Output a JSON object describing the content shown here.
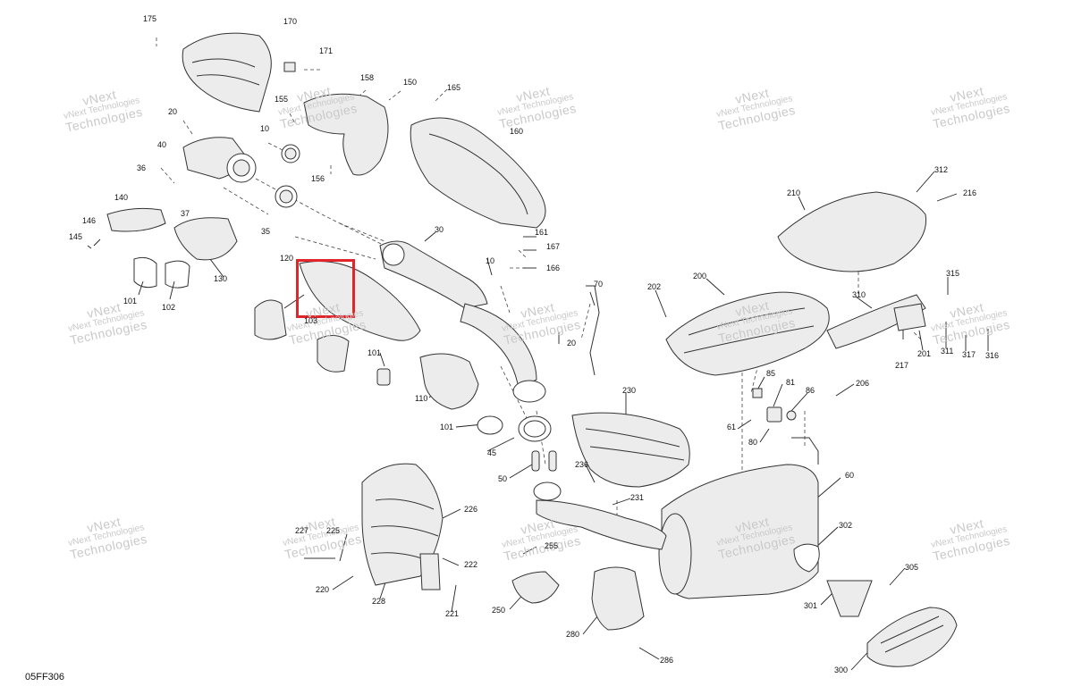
{
  "diagram": {
    "code": "05FF306",
    "part_numbers": [
      {
        "id": "175",
        "label": "175"
      },
      {
        "id": "170",
        "label": "170"
      },
      {
        "id": "171",
        "label": "171"
      },
      {
        "id": "158",
        "label": "158"
      },
      {
        "id": "150",
        "label": "150"
      },
      {
        "id": "165",
        "label": "165"
      },
      {
        "id": "155",
        "label": "155"
      },
      {
        "id": "20a",
        "label": "20"
      },
      {
        "id": "10a",
        "label": "10"
      },
      {
        "id": "40",
        "label": "40"
      },
      {
        "id": "156",
        "label": "156"
      },
      {
        "id": "160",
        "label": "160"
      },
      {
        "id": "36",
        "label": "36"
      },
      {
        "id": "37",
        "label": "37"
      },
      {
        "id": "140",
        "label": "140"
      },
      {
        "id": "146",
        "label": "146"
      },
      {
        "id": "145",
        "label": "145"
      },
      {
        "id": "35",
        "label": "35"
      },
      {
        "id": "30",
        "label": "30"
      },
      {
        "id": "161",
        "label": "161"
      },
      {
        "id": "167",
        "label": "167"
      },
      {
        "id": "166",
        "label": "166"
      },
      {
        "id": "130",
        "label": "130"
      },
      {
        "id": "120",
        "label": "120"
      },
      {
        "id": "10b",
        "label": "10"
      },
      {
        "id": "101a",
        "label": "101"
      },
      {
        "id": "102",
        "label": "102"
      },
      {
        "id": "103",
        "label": "103"
      },
      {
        "id": "70",
        "label": "70"
      },
      {
        "id": "20b",
        "label": "20"
      },
      {
        "id": "101b",
        "label": "101"
      },
      {
        "id": "110",
        "label": "110"
      },
      {
        "id": "101c",
        "label": "101"
      },
      {
        "id": "45",
        "label": "45"
      },
      {
        "id": "50",
        "label": "50"
      },
      {
        "id": "210",
        "label": "210"
      },
      {
        "id": "312",
        "label": "312"
      },
      {
        "id": "216",
        "label": "216"
      },
      {
        "id": "200",
        "label": "200"
      },
      {
        "id": "202",
        "label": "202"
      },
      {
        "id": "315",
        "label": "315"
      },
      {
        "id": "310",
        "label": "310"
      },
      {
        "id": "217",
        "label": "217"
      },
      {
        "id": "201",
        "label": "201"
      },
      {
        "id": "311",
        "label": "311"
      },
      {
        "id": "317",
        "label": "317"
      },
      {
        "id": "316",
        "label": "316"
      },
      {
        "id": "85",
        "label": "85"
      },
      {
        "id": "81",
        "label": "81"
      },
      {
        "id": "86",
        "label": "86"
      },
      {
        "id": "206",
        "label": "206"
      },
      {
        "id": "61",
        "label": "61"
      },
      {
        "id": "80",
        "label": "80"
      },
      {
        "id": "230",
        "label": "230"
      },
      {
        "id": "236",
        "label": "236"
      },
      {
        "id": "231",
        "label": "231"
      },
      {
        "id": "60",
        "label": "60"
      },
      {
        "id": "226",
        "label": "226"
      },
      {
        "id": "227",
        "label": "227"
      },
      {
        "id": "225",
        "label": "225"
      },
      {
        "id": "222",
        "label": "222"
      },
      {
        "id": "220",
        "label": "220"
      },
      {
        "id": "228",
        "label": "228"
      },
      {
        "id": "221",
        "label": "221"
      },
      {
        "id": "255",
        "label": "255"
      },
      {
        "id": "250",
        "label": "250"
      },
      {
        "id": "280",
        "label": "280"
      },
      {
        "id": "286",
        "label": "286"
      },
      {
        "id": "302",
        "label": "302"
      },
      {
        "id": "305",
        "label": "305"
      },
      {
        "id": "301",
        "label": "301"
      },
      {
        "id": "300",
        "label": "300"
      }
    ],
    "watermark": {
      "line1": "vNext",
      "line2": "Technologies",
      "small": "vNext Technologies"
    },
    "highlight_color": "#e0262b"
  }
}
